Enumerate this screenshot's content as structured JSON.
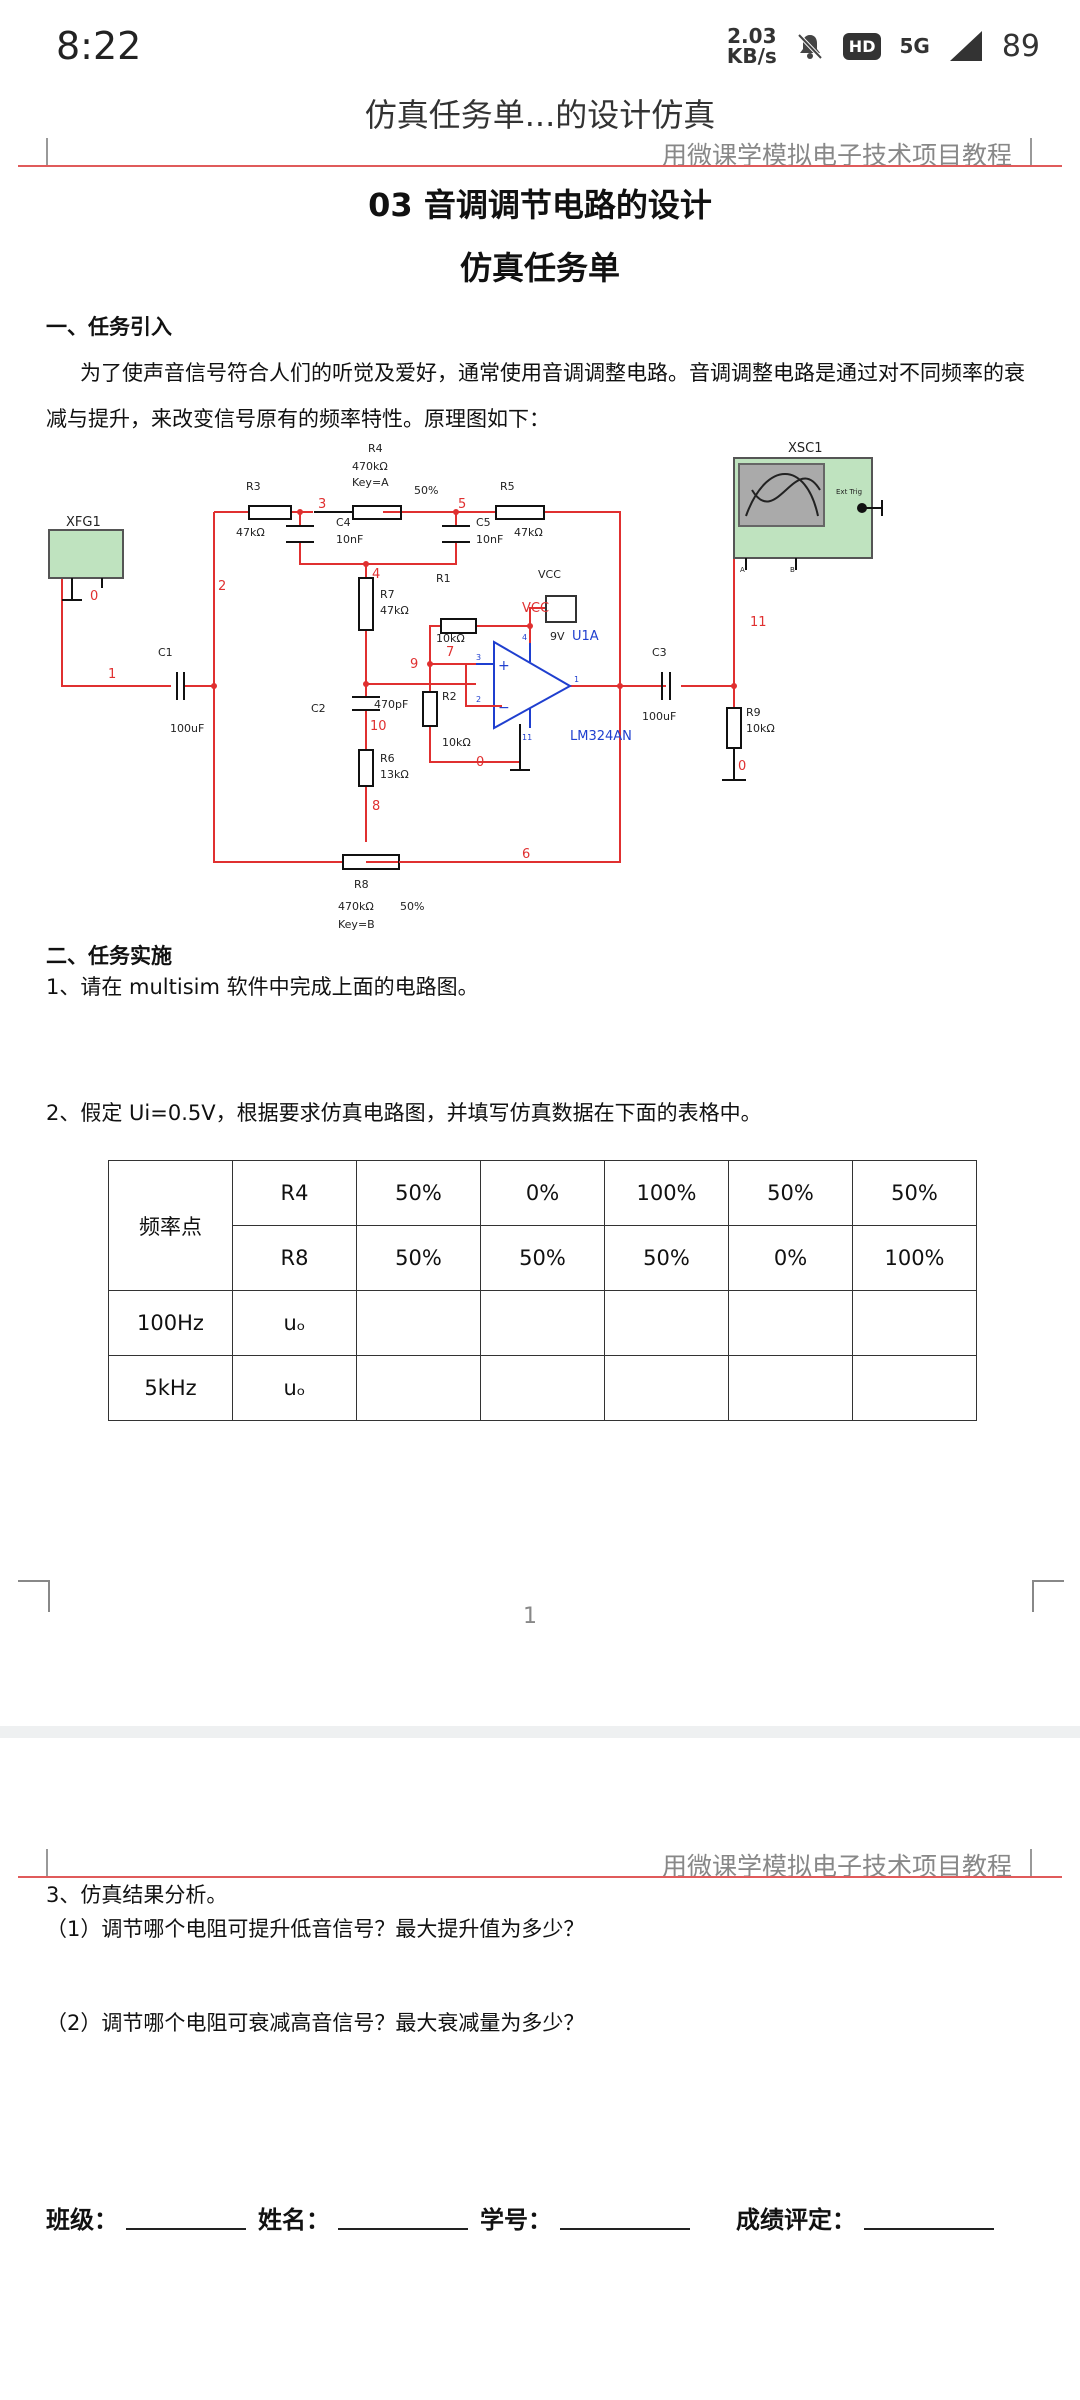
{
  "status_bar": {
    "time": "8:22",
    "net_rate_value": "2.03",
    "net_rate_unit": "KB/s",
    "hd_badge": "HD",
    "network": "5G",
    "battery": "89"
  },
  "doc_title": "仿真任务单...的设计仿真",
  "page_header_text": "用微课学模拟电子技术项目教程",
  "page1": {
    "title": "03 音调调节电路的设计",
    "subtitle": "仿真任务单",
    "section1_heading": "一、任务引入",
    "section1_text": "为了使声音信号符合人们的听觉及爱好，通常使用音调调整电路。音调调整电路是通过对不同频率的衰减与提升，来改变信号原有的频率特性。原理图如下：",
    "section2_heading": "二、任务实施",
    "step1": "1、请在 multisim 软件中完成上面的电路图。",
    "step2": "2、假定 Ui=0.5V，根据要求仿真电路图，并填写仿真数据在下面的表格中。",
    "page_number": "1"
  },
  "circuit": {
    "XFG1": "XFG1",
    "XSC1": "XSC1",
    "ext_trig": "Ext Trig",
    "R3": "R3",
    "R3_val": "47kΩ",
    "R4": "R4",
    "R4_val": "470kΩ",
    "R4_key": "Key=A",
    "R4_pct": "50%",
    "R5": "R5",
    "R5_val": "47kΩ",
    "C4": "C4",
    "C4_val": "10nF",
    "C5": "C5",
    "C5_val": "10nF",
    "R7": "R7",
    "R7_val": "47kΩ",
    "R1": "R1",
    "R1_val": "10kΩ",
    "R2": "R2",
    "R2_val": "10kΩ",
    "C1": "C1",
    "C1_val": "100uF",
    "C2": "C2",
    "C2_val": "470pF",
    "R6": "R6",
    "R6_val": "13kΩ",
    "R8": "R8",
    "R8_val": "470kΩ",
    "R8_pct": "50%",
    "R8_key": "Key=B",
    "C3": "C3",
    "C3_val": "100uF",
    "R9": "R9",
    "R9_val": "10kΩ",
    "VCC_label": "VCC",
    "VCC_node": "VCC",
    "VCC_volt": "9V",
    "U1A": "U1A",
    "opamp": "LM324AN",
    "pin3": "3",
    "pin2": "2",
    "pin4": "4",
    "pin11": "11",
    "pin1": "1",
    "plus": "+",
    "minus": "−",
    "n1": "1",
    "n2": "2",
    "n3": "3",
    "n4": "4",
    "n5": "5",
    "n6": "6",
    "n7": "7",
    "n8": "8",
    "n9": "9",
    "n10": "10",
    "n11": "11",
    "n0a": "0",
    "n0b": "0",
    "n0c": "0",
    "scope_A": "A",
    "scope_B": "B"
  },
  "table": {
    "freq_label": "频率点",
    "row_r4_label": "R4",
    "row_r4": [
      "50%",
      "0%",
      "100%",
      "50%",
      "50%"
    ],
    "row_r8_label": "R8",
    "row_r8": [
      "50%",
      "50%",
      "50%",
      "0%",
      "100%"
    ],
    "f1": "100Hz",
    "f2": "5kHz",
    "uo": "uₒ"
  },
  "page2": {
    "step3": "3、仿真结果分析。",
    "q1": "（1）调节哪个电阻可提升低音信号？最大提升值为多少？",
    "q2": "（2）调节哪个电阻可衰减高音信号？最大衰减量为多少？",
    "class_label": "班级：",
    "name_label": "姓名：",
    "id_label": "学号：",
    "grade_label": "成绩评定："
  }
}
